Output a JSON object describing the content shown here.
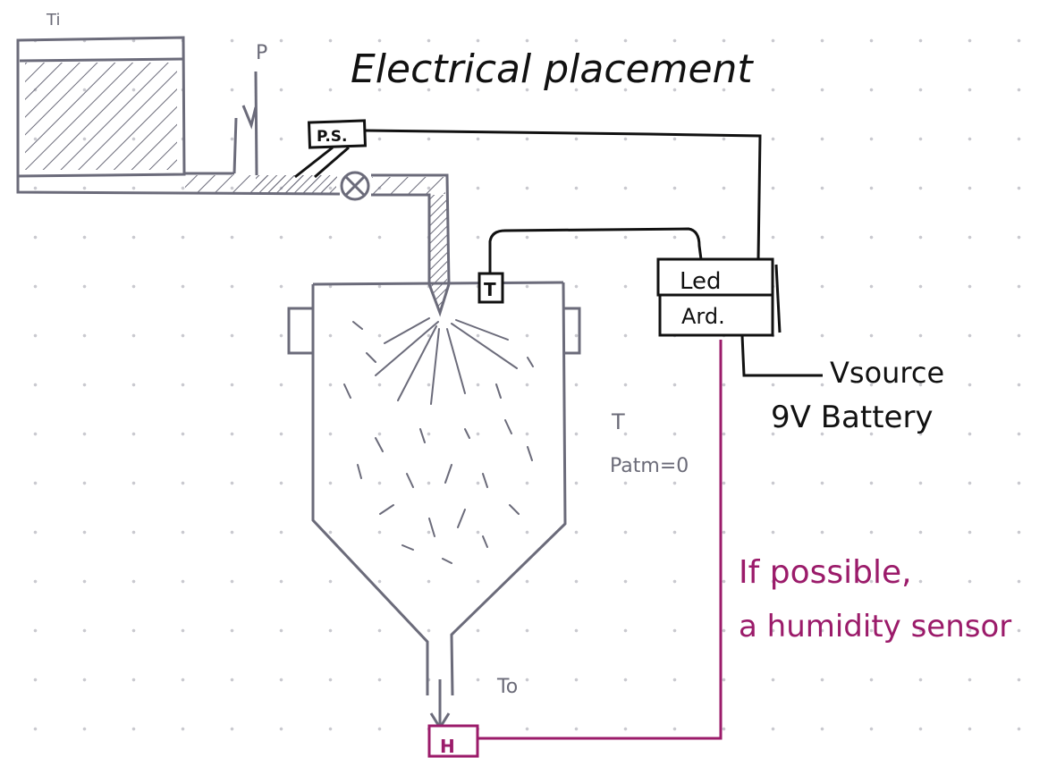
{
  "title": "Electrical placement",
  "labels": {
    "tank_temp": "Ti",
    "pressure": "P",
    "power_supply": "P.S.",
    "temp_sensor": "T",
    "led": "Led",
    "arduino": "Ard.",
    "vsource": "Vsource",
    "battery": "9V Battery",
    "chamber_temp": "T",
    "patm": "Patm=0",
    "outlet_temp": "To",
    "humidity_box": "H",
    "optional_line1": "If possible,",
    "optional_line2": "a humidity sensor"
  },
  "colors": {
    "ink": "#111111",
    "pencil": "#6b6b7a",
    "accent": "#9b1b6a",
    "dot_grid": "#c9c9cf"
  }
}
